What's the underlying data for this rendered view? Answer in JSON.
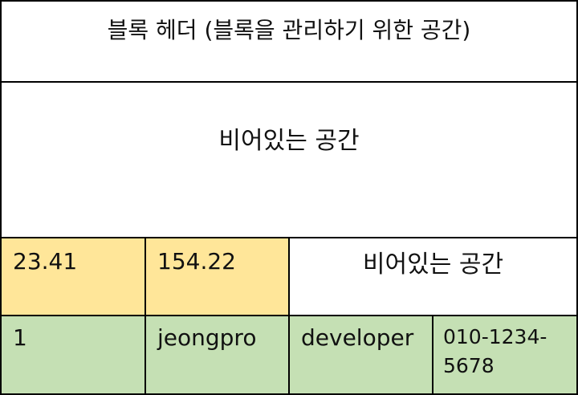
{
  "header": {
    "label": "블록 헤더 (블록을 관리하기 위한 공간)"
  },
  "empty_block": {
    "label": "비어있는 공간"
  },
  "row3": {
    "cell1": "23.41",
    "cell2": "154.22",
    "cell3": "비어있는 공간"
  },
  "row4": {
    "cell1": "1",
    "cell2": "jeongpro",
    "cell3": "developer",
    "cell4": "010-1234-5678"
  },
  "colors": {
    "border": "#000000",
    "yellow_fill": "#ffe699",
    "green_fill": "#c5e0b4",
    "white_fill": "#ffffff"
  }
}
